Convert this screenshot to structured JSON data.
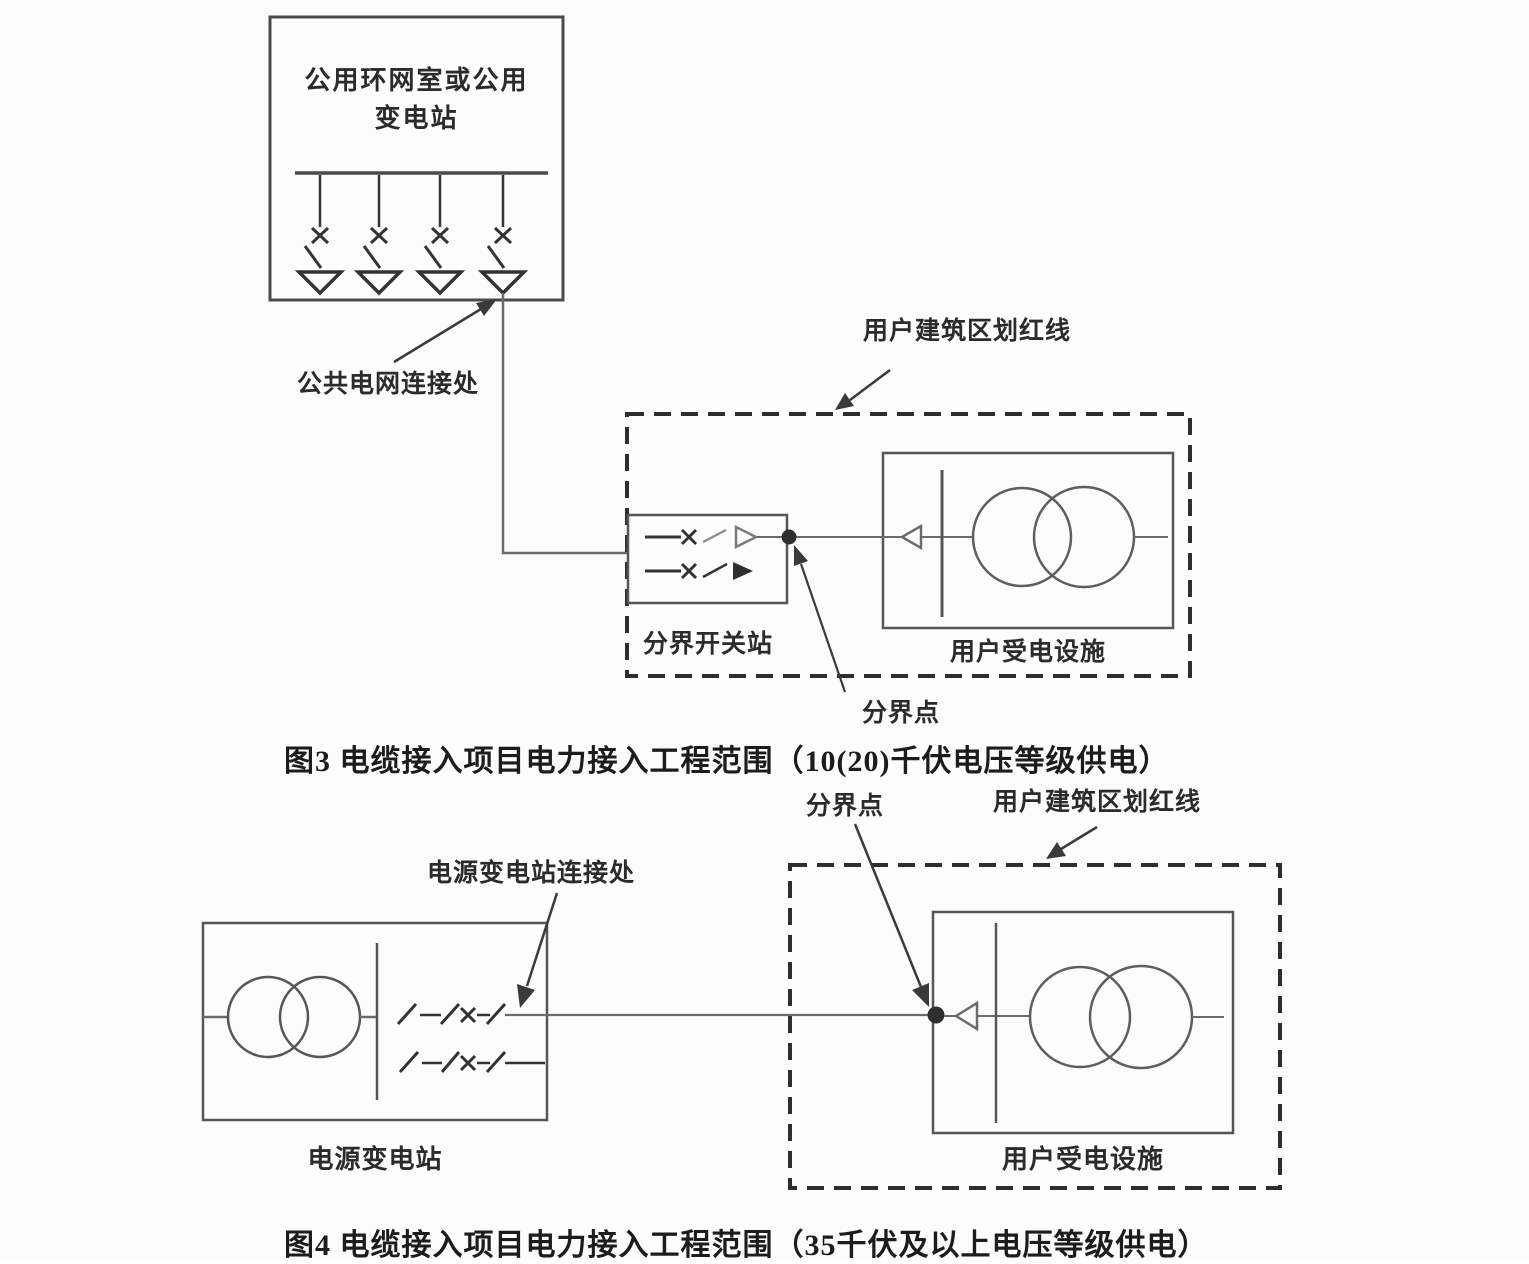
{
  "figure3": {
    "public_station": {
      "line1": "公用环网室或公用",
      "line2": "变电站"
    },
    "grid_connection_label": "公共电网连接处",
    "red_line_label": "用户建筑区划红线",
    "switch_station_label": "分界开关站",
    "user_facility_label": "用户受电设施",
    "boundary_point_label": "分界点",
    "caption": "图3 电缆接入项目电力接入工程范围（10(20)千伏电压等级供电）"
  },
  "figure4": {
    "source_connection_label": "电源变电站连接处",
    "boundary_point_label": "分界点",
    "red_line_label": "用户建筑区划红线",
    "source_station_label": "电源变电站",
    "user_facility_label": "用户受电设施",
    "caption": "图4 电缆接入项目电力接入工程范围（35千伏及以上电压等级供电）"
  },
  "colors": {
    "ink": "#2e2e2e",
    "box_line": "#4f4f4f",
    "wire": "#6b6b6b",
    "background": "#fcfcfb"
  }
}
